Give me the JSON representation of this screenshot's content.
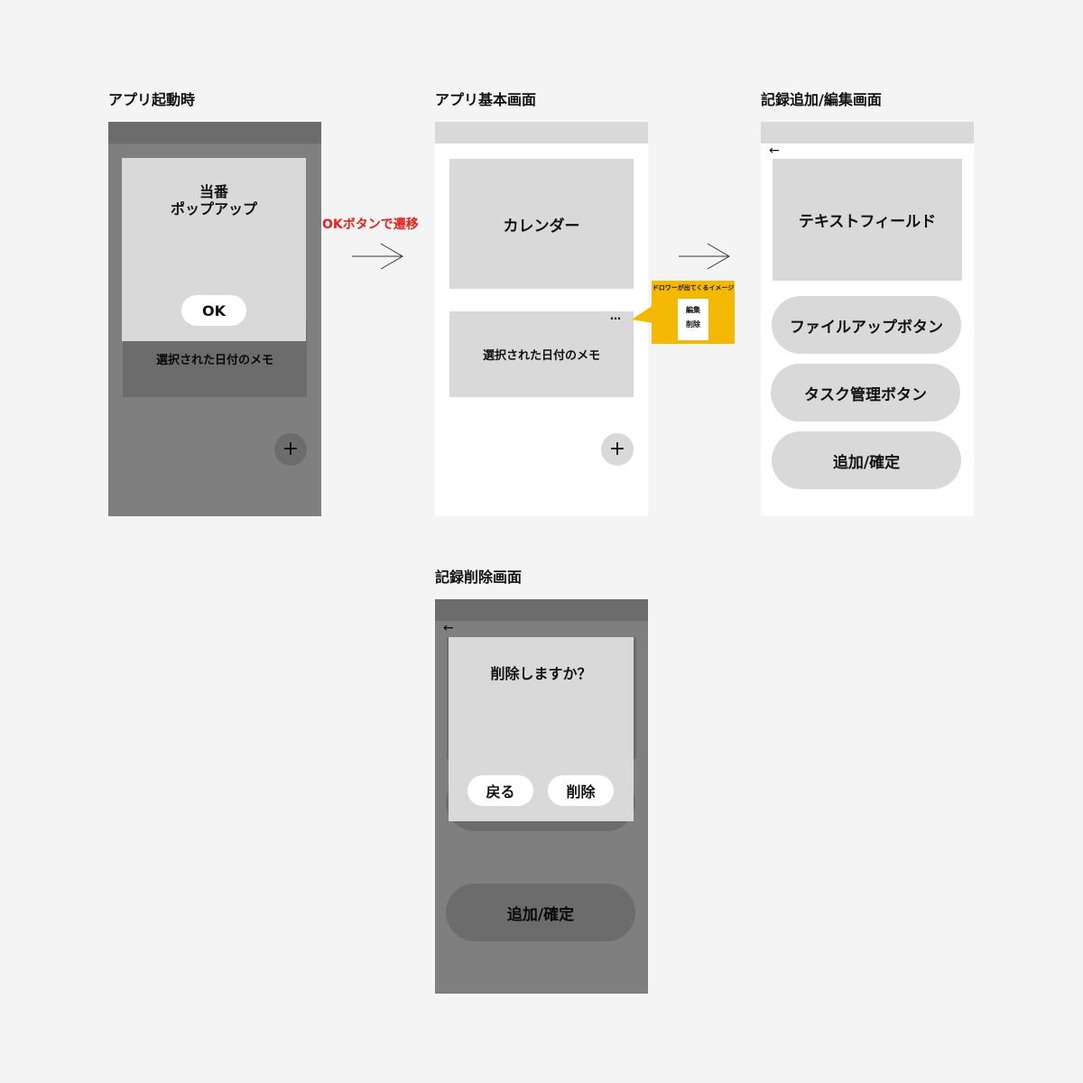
{
  "screens": {
    "launch": {
      "title": "アプリ起動時",
      "popup_line1": "当番",
      "popup_line2": "ポップアップ",
      "ok_label": "OK",
      "memo_label": "選択された日付のメモ",
      "plus": "+"
    },
    "transition_label": "OKボタンで遷移",
    "basic": {
      "title": "アプリ基本画面",
      "calendar_label": "カレンダー",
      "memo_label": "選択された日付のメモ",
      "more_label": "…",
      "plus": "+"
    },
    "drawer": {
      "caption": "ドロワーが出てくるイメージ",
      "edit": "編集",
      "delete": "削除"
    },
    "add_edit": {
      "title": "記録追加/編集画面",
      "back": "←",
      "textfield_label": "テキストフィールド",
      "file_upload_label": "ファイルアップボタン",
      "task_label": "タスク管理ボタン",
      "confirm_label": "追加/確定"
    },
    "delete": {
      "title": "記録削除画面",
      "back": "←",
      "question": "削除しますか？",
      "back_button": "戻る",
      "delete_button": "削除",
      "confirm_label": "追加/確定"
    }
  },
  "colors": {
    "background": "#f4f4f4",
    "placeholder": "#d9d9d9",
    "overlay": "#808080",
    "accent_red": "#e8201a",
    "drawer_yellow": "#f5b800"
  }
}
